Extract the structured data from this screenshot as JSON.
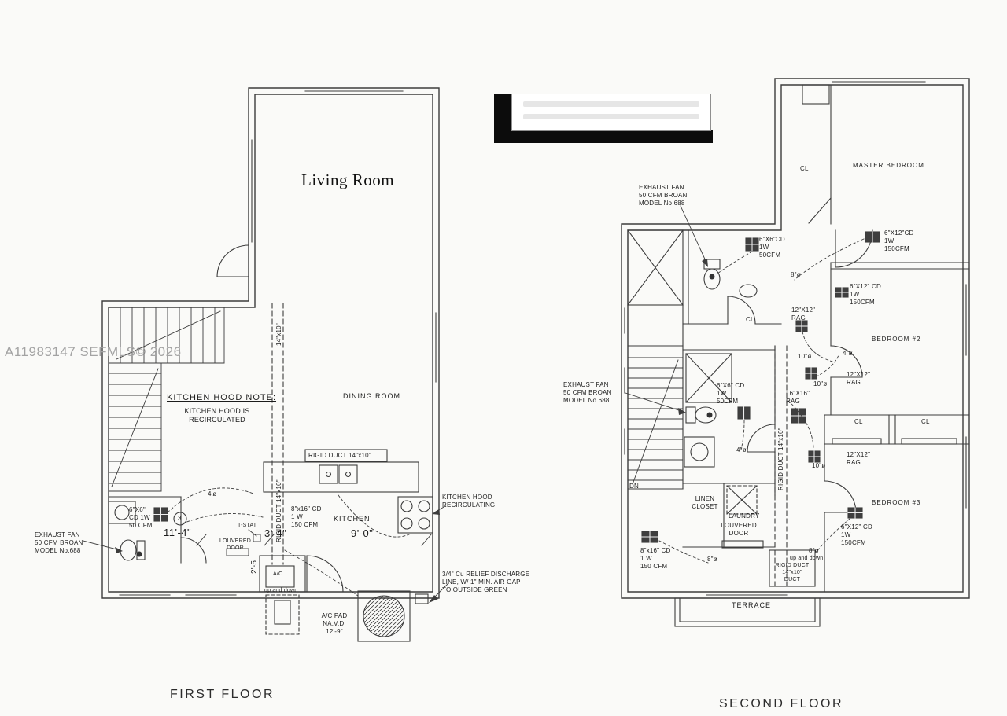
{
  "watermark": "A11983147 SEFMLS© 2026",
  "first_floor": {
    "caption": "FIRST FLOOR",
    "living_room": "Living Room",
    "dining_room": "DINING ROOM.",
    "kitchen": "KITCHEN",
    "hood_note_title": "KITCHEN HOOD NOTE:",
    "hood_note_body": "KITCHEN HOOD IS\nRECIRCULATED",
    "rigid_duct_counter": "RIGID DUCT 14\"x10\"",
    "rigid_duct_vertical": "RIGID DUCT 14\"x10\"",
    "duct_size_top": "14\"x10\"",
    "cd_6x6": "6\"X6\"\nCD 1W\n50 CFM",
    "cd_8x16": "8\"x16\" CD\n1 W\n150 CFM",
    "detail_3": "3",
    "dim_11_4": "11'-4\"",
    "dim_3_4": "3'-4\"",
    "dim_9_0": "9'-0\"",
    "dim_2_5": "2'-5",
    "dim_4_dia": "4'ø",
    "t_stat": "T-STAT",
    "louvered_door": "LOUVERED\nDOOR",
    "hood_recirculating": "KITCHEN HOOD\nRECIRCULATING",
    "exhaust_fan_note": "EXHAUST FAN\n50 CFM BROAN\nMODEL No.688",
    "ac_unit": "A/C",
    "ac_up_down": "up and down",
    "ac_pad": "A/C PAD\nNA.V.D.\n12'-9\"",
    "relief_note": "3/4\" Cu RELIEF DISCHARGE\nLINE, W/ 1\" MIN. AIR GAP\nTO OUTSIDE GREEN"
  },
  "second_floor": {
    "caption": "SECOND FLOOR",
    "master_bedroom": "MASTER BEDROOM",
    "bedroom_2": "BEDROOM #2",
    "bedroom_3": "BEDROOM #3",
    "terrace": "TERRACE",
    "cl": "CL",
    "dn": "DN",
    "linen_closet": "LINEN\nCLOSET",
    "laundry": "LAUNDRY",
    "louvered_door": "LOUVERED\nDOOR",
    "exhaust_fan_note": "EXHAUST FAN\n50 CFM BROAN\nMODEL No.688",
    "cd_6x6_top": "6\"X6\"CD\n1W\n50CFM",
    "cd_6x12_master": "6\"X12\"CD\n1W\n150CFM",
    "cd_6x12": "6\"X12\" CD\n1W\n150CFM",
    "cd_6x6_mid": "6\"X6\" CD\n1W\n50CFM",
    "cd_8x16": "8\"x16\" CD\n1 W\n150 CFM",
    "rag_12x12": "12\"X12\"\nRAG",
    "rag_16x16": "16\"X16\"\nRAG",
    "dia_8": "8\"ø",
    "dia_10": "10\"ø",
    "dia_4": "4\"ø",
    "rigid_duct_vertical": "RIGID DUCT 14\"x10\"",
    "rigid_duct_note": "RIGID DUCT\n14\"x10\"\nDUCT",
    "up_and_down": "up and down"
  }
}
